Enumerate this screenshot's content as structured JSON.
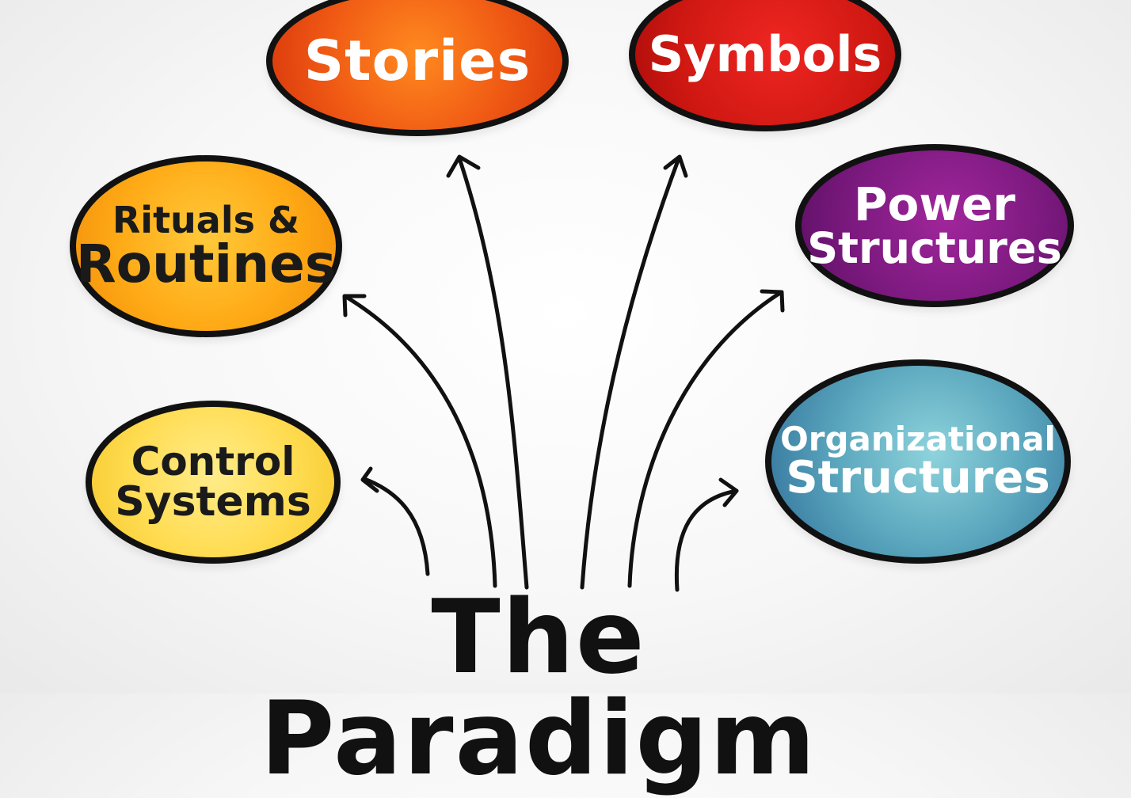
{
  "title": "The Paradigm",
  "bubbles": {
    "stories": {
      "lines": [
        "Stories"
      ]
    },
    "symbols": {
      "lines": [
        "Symbols"
      ]
    },
    "rituals": {
      "lines": [
        "Rituals &",
        "Routines"
      ]
    },
    "power": {
      "lines": [
        "Power",
        "Structures"
      ]
    },
    "control": {
      "lines": [
        "Control",
        "Systems"
      ]
    },
    "org": {
      "lines": [
        "Organizational",
        "Structures"
      ]
    }
  },
  "colors": {
    "stories": "#f05a14",
    "symbols": "#d01812",
    "rituals": "#ffaa16",
    "power": "#7d1a80",
    "control": "#ffdc52",
    "org": "#5aa6bd",
    "outline": "#111111"
  }
}
